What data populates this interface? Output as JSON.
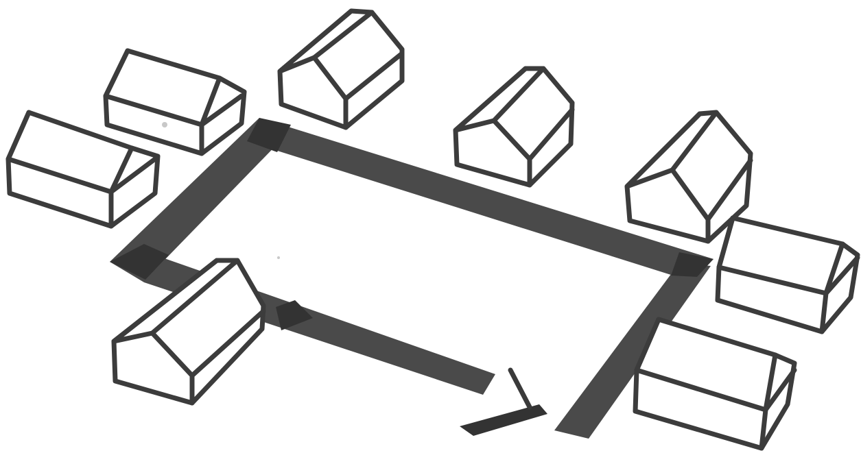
{
  "colors": {
    "background": "#ffffff",
    "path": "#4a4a4a",
    "path_joint": "#333333",
    "outline": "#3c3c3c"
  },
  "houses": [
    {
      "style": "flat-box"
    },
    {
      "style": "flat-box"
    },
    {
      "style": "gabled"
    },
    {
      "style": "gabled"
    },
    {
      "style": "gabled"
    },
    {
      "style": "flat-box"
    },
    {
      "style": "gabled"
    },
    {
      "style": "flat-box"
    }
  ],
  "path": {
    "shape": "rectangular loop with gap at lower right",
    "gate": "open"
  }
}
